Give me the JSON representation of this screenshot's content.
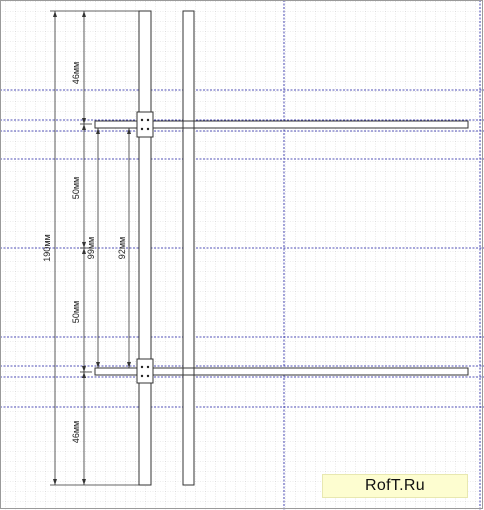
{
  "dimensions": {
    "total": "190мм",
    "top_section": "46мм",
    "upper_middle": "50мм",
    "lower_middle": "50мм",
    "bottom_section": "46мм",
    "outer_span": "99мм",
    "inner_span": "92мм"
  },
  "watermark": "RofT.Ru",
  "colors": {
    "grid_minor": "#b8b8b8",
    "guide": "#1a1aa0",
    "outline": "#333333",
    "watermark_bg": "#fdfdd0"
  }
}
